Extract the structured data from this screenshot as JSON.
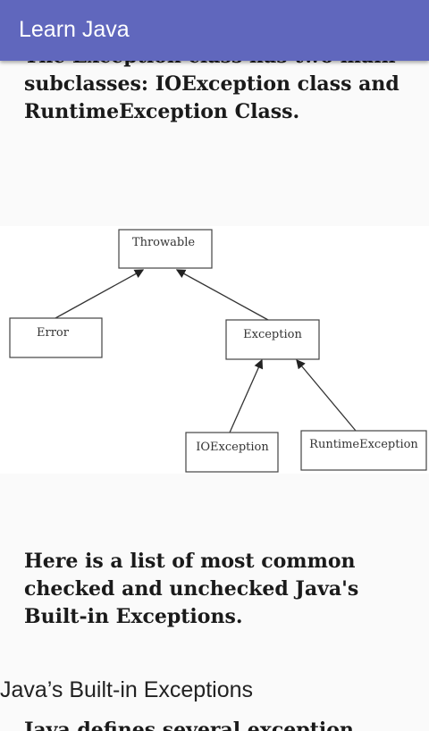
{
  "app_bar": {
    "title": "Learn Java",
    "color": "#6067bd"
  },
  "content": {
    "intro_paragraph": "The Exception class has two main subclasses: IOException class and RuntimeException Class.",
    "diagram": {
      "nodes": {
        "throwable": "Throwable",
        "error": "Error",
        "exception": "Exception",
        "ioexception": "IOException",
        "runtimeexception": "RuntimeException"
      }
    },
    "list_paragraph": "Here is a list of most common checked and unchecked Java's Built-in Exceptions.",
    "section_heading": "Java’s Built-in Exceptions",
    "defines_paragraph": "Java defines several exception"
  }
}
